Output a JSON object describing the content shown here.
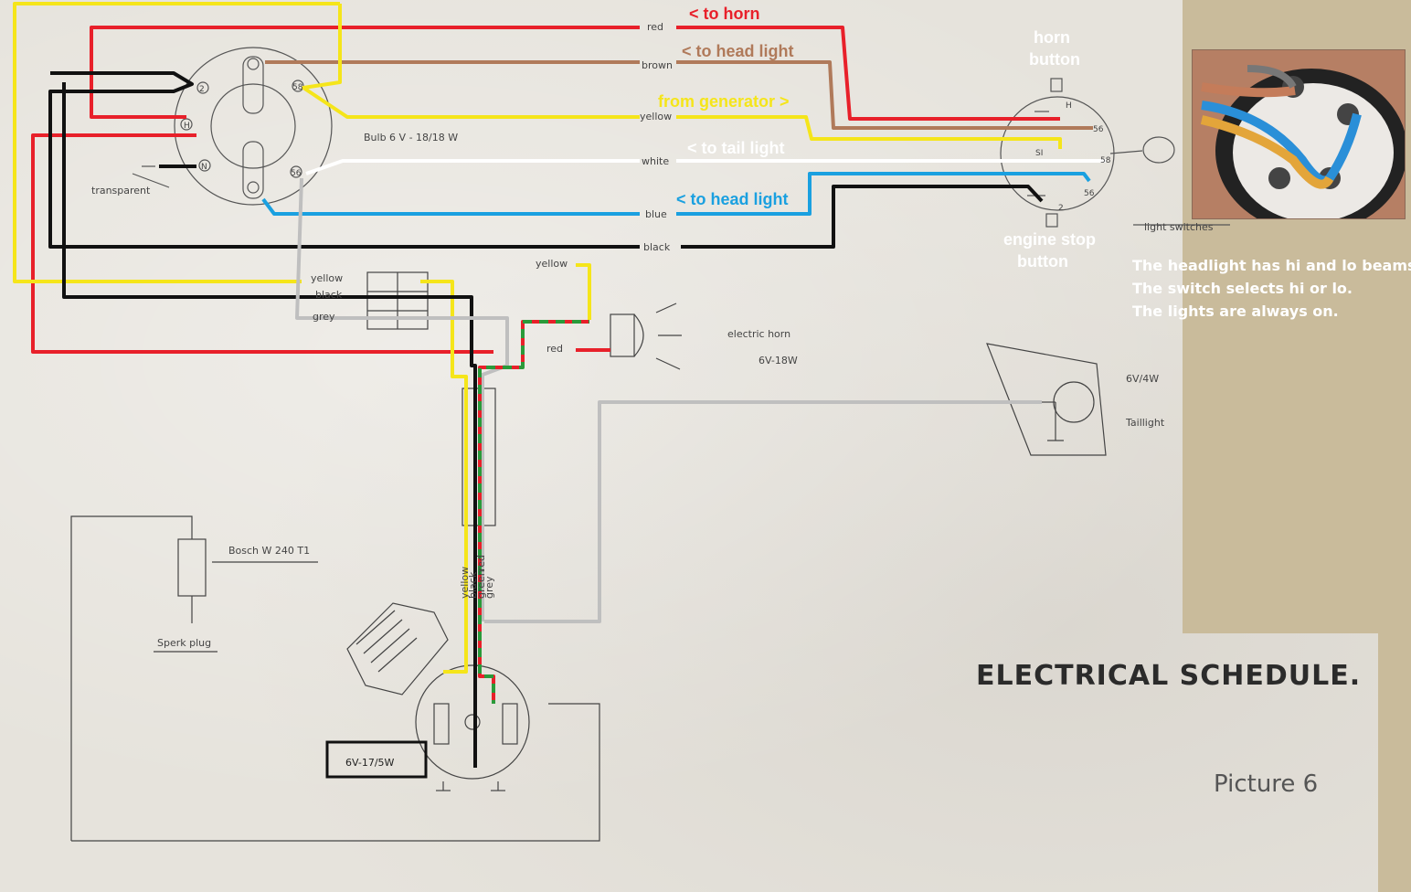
{
  "annotations": {
    "to_horn": "< to horn",
    "to_head_light_brown": "< to head light",
    "from_generator": "from generator >",
    "to_tail_light": "< to tail light",
    "to_head_light_blue": "< to head light",
    "horn_button": [
      "horn",
      "button"
    ],
    "engine_stop_button": [
      "engine stop",
      "button"
    ]
  },
  "wire_labels": {
    "red": "red",
    "brown": "brown",
    "yellow": "yellow",
    "white": "white",
    "blue": "blue",
    "black": "black",
    "yellow2": "yellow",
    "yellow3": "yellow",
    "black2": "black",
    "grey": "grey",
    "red2": "red",
    "vertical_bundle": [
      "yellow",
      "black",
      "green",
      "red",
      "grey"
    ]
  },
  "printed_labels": {
    "bulb": "Bulb 6 V - 18/18 W",
    "transparent": "transparent",
    "electric_horn": "electric horn",
    "horn_rating": "6V-18W",
    "tail_rating": "6V/4W",
    "taillight": "Taillight",
    "light_switches": "light switches",
    "bosch": "Bosch W 240 T1",
    "spark_plug": "Sperk plug",
    "lamp_rating": "6V-17/5W"
  },
  "terminal_labels": {
    "headlight": [
      "2",
      "H",
      "N",
      "58",
      "56"
    ],
    "switch": [
      "H",
      "56",
      "SI",
      "58",
      "56",
      "2"
    ]
  },
  "notes": [
    "The headlight has hi and lo beams.",
    "The switch selects hi or lo.",
    "The lights are always on."
  ],
  "title": "ELECTRICAL SCHEDULE.",
  "picture": "Picture 6",
  "colors": {
    "red": "#e8202a",
    "brown": "#b07a5a",
    "yellow": "#f5e51a",
    "white": "#ffffff",
    "blue": "#1aa0e0",
    "black": "#111111",
    "grey": "#bfbfbf",
    "green": "#2a9a3a",
    "panel": "#c9bb9b"
  }
}
